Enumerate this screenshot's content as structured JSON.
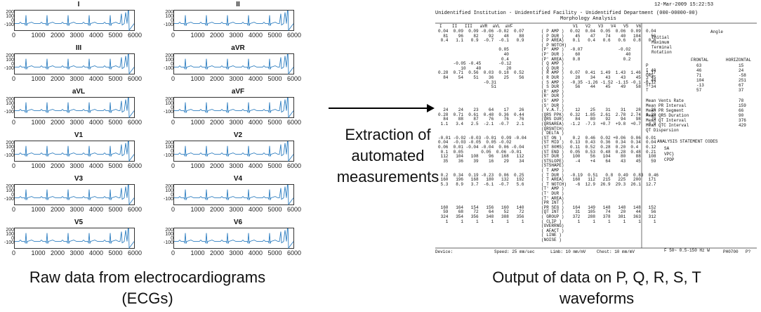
{
  "leads": [
    "I",
    "II",
    "III",
    "aVR",
    "aVL",
    "aVF",
    "V1",
    "V2",
    "V3",
    "V4",
    "V5",
    "V6"
  ],
  "x_ticks": [
    "0",
    "1000",
    "2000",
    "3000",
    "4000",
    "5000",
    "6000"
  ],
  "y_ticks": [
    "200",
    "100",
    "0",
    "-100"
  ],
  "middle_caption": [
    "Extraction of",
    "automated",
    "measurements"
  ],
  "caption_left": [
    "Raw data from electrocardiograms",
    "(ECGs)"
  ],
  "caption_right": [
    "Output of data on P, Q, R, S, T",
    "waveforms"
  ],
  "report": {
    "datetime": "12-Mar-2009 15:22:53",
    "institution": "Unidentified Institution - Unidentified Facility - Unidentified Department (000-00000-00)",
    "section_title": "Morphology Analysis",
    "lead_header": "I    II   III   aVR  aVL  aVF",
    "lead_header_v": "V1   V2   V3   V4   V5   V6",
    "param_labels": [
      "( P AMP )",
      "( P DUR )",
      "( P AREA)",
      "( P NOTCH)",
      "(P' AMP )",
      "(P' DUR )",
      "(P' AREA)",
      "( Q AMP )",
      "( Q DUR )",
      "( R AMP )",
      "( R DUR )",
      "( S AMP )",
      "( S DUR )",
      "(R' AMP )",
      "(R' DUR )",
      "(S' AMP )",
      "(S' DUR )",
      "( V.A.T.)",
      "(QRS PPK)",
      "(QRS DUR)",
      "(QRSAREA)",
      "(QRSNTCH)",
      "( DELTA )",
      "(ST ON )",
      "(ST MID )",
      "(ST 80MS)",
      "(ST END )",
      "(ST DUR )",
      "(STSLOPE)",
      "(STSHAPE)",
      "( T AMP )",
      "( T DUR )",
      "( T AREA)",
      "( T NOTCH)",
      "(T' AMP )",
      "(T' DUR )",
      "(T' AREA)",
      "(PR INT )",
      "(PR SEG )",
      "(QT INT )",
      "( GROUP )",
      "( CLIP )",
      "(OVERRNG)",
      "( AFACT )",
      "( LINE )",
      "(NOISE )"
    ],
    "rows_left": [
      "0.04  0.09  0.09 -0.06 -0.02  0.07",
      "  81    96    82    92    48    88",
      " 0.4   1.1   0.9  -0.7  -0.1   0.9",
      "",
      "                        0.05",
      "                          40",
      "                         0.4",
      "      -0.05 -0.45       -0.12",
      "         10    40          20",
      "0.28  0.71  0.56  0.03  0.18  0.52",
      "  84    54    51    36    25    56",
      "                  -0.31",
      "                     51",
      "",
      "",
      "",
      "",
      "  24    24    23    64    17    26",
      "0.28  0.71  0.61  0.48  0.36  0.44",
      "  84    88    87    76    76    76",
      " 1.1   3.4   2.5  -2.1  -0.7   2.1",
      "",
      "",
      "-0.01 -0.02 -0.03 -0.01  0.09 -0.04",
      "0.04  -0.03 -0.05  0.05 -0.02",
      "0.06  0.01 -0.04 -0.04  0.06 -0.04",
      " 0.1  0.05       0.05  0.06 -0.01",
      " 112   104   108    96   168   112",
      "  35    36    39    16    29    34",
      "",
      "",
      " 0.2  0.34  0.19 -0.23  0.06  0.25",
      " 160   196   168   180   132   192",
      " 5.3   8.9   3.7  -6.1  -0.7   5.6",
      "",
      "",
      "",
      "",
      " 160   164   154   156   160   140",
      "  59    68    72    64    52    72",
      " 324   354   356   348   388   356",
      "   1     1     1     1     1     1"
    ],
    "rows_right": [
      "0.02  0.04  0.05  0.06  0.09  0.04",
      "  45    47    74    40   104    56",
      " 0.1   0.4   0.6   0.6   0.8   0.6",
      "",
      "-0.07              -0.02",
      "  60                  40",
      " 0.8                 0.2",
      "",
      "",
      "0.07  0.41  1.49  1.43  1.46  1.17",
      "  28    34    43    43    45    45",
      "-0.35 -1.26 -1.52 -1.15 -0.1 -0.12",
      "  56    44    45    49    58    34",
      "",
      "",
      "",
      "",
      "  12    25    31    31    28    26",
      "0.32  1.85  2.61  2.78  2.74  1.29",
      "  84    80    92    94    98    79",
      "-1.2  -7.3  +0.7  +9.8  +0.7   4.9",
      "",
      "",
      " 0.2  0.46  0.02 +0.06  0.06  0.01",
      "0.13  0.43  0.36  0.34  0.34  0.04",
      "0.11  0.52  0.28  0.20  0.4   0.12",
      "0.05  0.53  0.48  0.28  0.48  0.21",
      " 100    56   104    80    88   108",
      "  -4    +4    64    43    45    59",
      "",
      "",
      "-0.19  0.51   0.8  0.49  0.83  0.46",
      " 168   112   215   225   200   171",
      "  -6  12.9  26.9  29.3  26.1  12.7",
      "",
      "",
      "",
      "",
      " 164   149   148   148   148   152",
      "  31   105    74    20    44    56",
      " 372   288   378   381   363   312",
      "   1     1     1     1     1     1"
    ],
    "angle_title": "Angle",
    "angle_labels": [
      "Initial",
      "Maximum",
      "Terminal",
      "Rotation"
    ],
    "axis_header": [
      "FRONTAL",
      "HORIZONTAL"
    ],
    "axis_rows": [
      [
        "P",
        "63",
        "15"
      ],
      [
        "I 40",
        "46",
        "24"
      ],
      [
        "QRS",
        "71",
        "-58"
      ],
      [
        "T 40",
        "104",
        "251"
      ],
      [
        "ST",
        "-13",
        "67"
      ],
      [
        "T",
        "57",
        "37"
      ]
    ],
    "interval_rows": [
      [
        "Mean Vents Rate",
        "78"
      ],
      [
        "Mean PR Interval",
        "159"
      ],
      [
        "Mean PR Segment",
        "66"
      ],
      [
        "Mean QRS Duration",
        "90"
      ],
      [
        "Mean QT Interval",
        "376"
      ],
      [
        "Mean QTC Interval",
        "429"
      ],
      [
        "QT Dispersion",
        ""
      ]
    ],
    "statement_title": "ANALYSIS STATEMENT CODES",
    "statement_codes": [
      "SA",
      "VPC}",
      "CPDP"
    ],
    "footer_device": "Device:",
    "footer_speed": "Speed: 25 mm/sec",
    "footer_limb": "Limb: 10 mm/mV",
    "footer_chest": "Chest: 10 mm/mV",
    "footer_filter": "F 50~ 0.5-150 Hz W",
    "footer_code": "PH0700",
    "footer_page": "P?"
  }
}
